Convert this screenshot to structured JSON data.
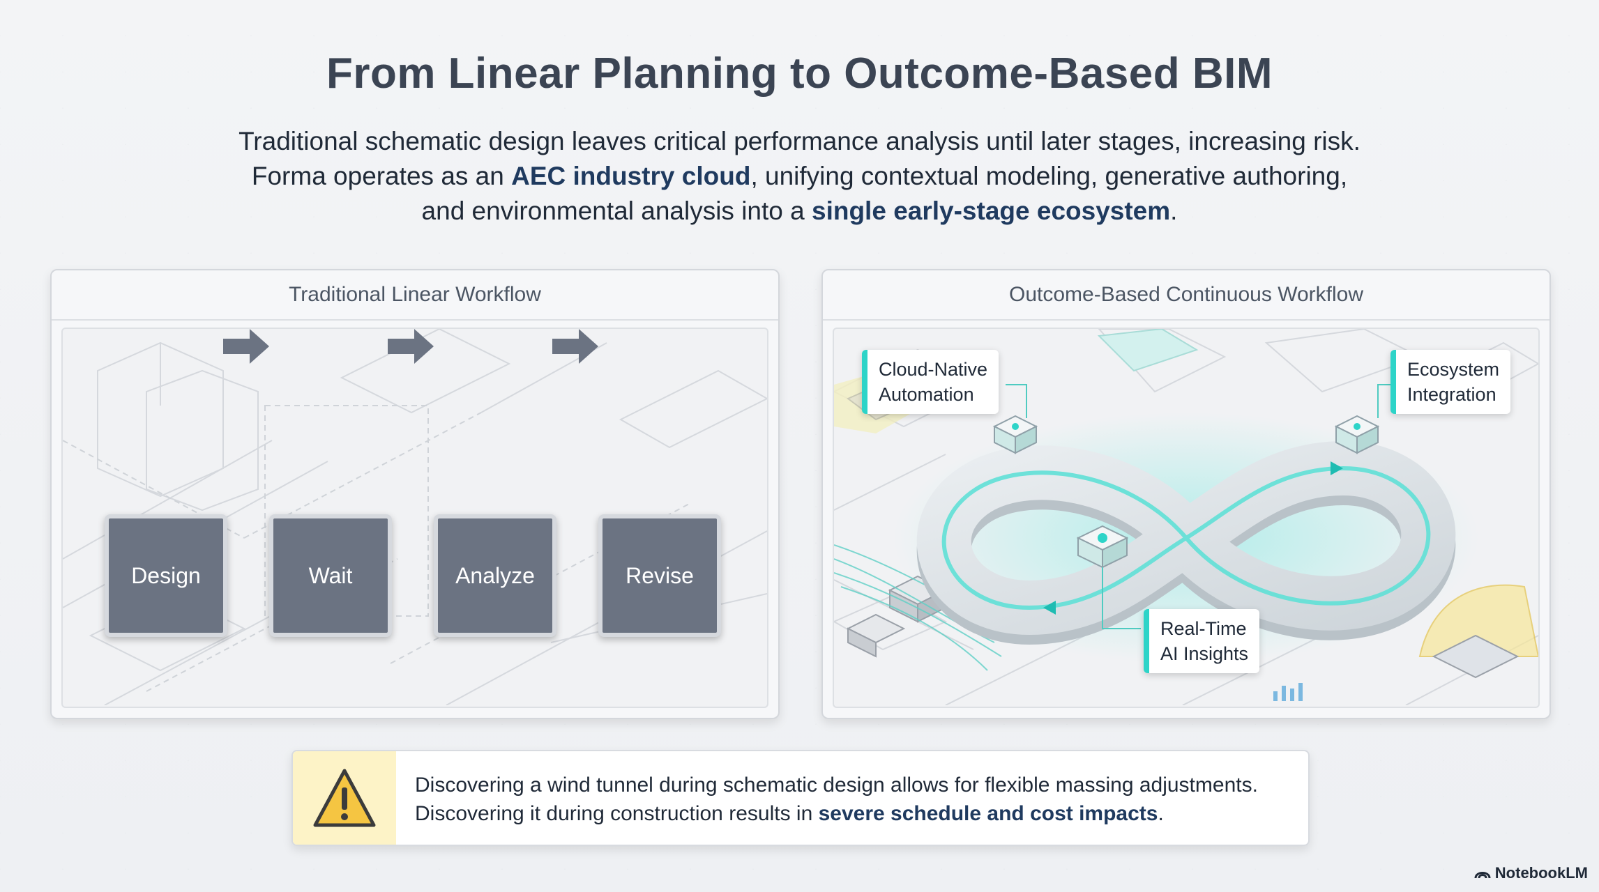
{
  "title": "From Linear Planning to Outcome-Based BIM",
  "subtitle": {
    "line1": "Traditional schematic design leaves critical performance analysis until later stages, increasing risk.",
    "line2_pre": "Forma operates as an ",
    "line2_hl": "AEC industry cloud",
    "line2_post": ", unifying contextual modeling, generative authoring,",
    "line3_pre": "and environmental analysis into a ",
    "line3_hl": "single early-stage ecosystem",
    "line3_post": "."
  },
  "left_panel": {
    "title": "Traditional Linear Workflow",
    "steps": [
      "Design",
      "Wait",
      "Analyze",
      "Revise"
    ]
  },
  "right_panel": {
    "title": "Outcome-Based Continuous Workflow",
    "callouts": {
      "automation": [
        "Cloud-Native",
        "Automation"
      ],
      "integration": [
        "Ecosystem",
        "Integration"
      ],
      "insights": [
        "Real-Time",
        "AI Insights"
      ]
    }
  },
  "warning": {
    "line1": "Discovering a wind tunnel during schematic design allows for flexible massing adjustments.",
    "line2_pre": "Discovering it during construction results in ",
    "line2_hl": "severe schedule and cost impacts",
    "line2_post": "."
  },
  "brand": "NotebookLM",
  "colors": {
    "accent": "#2dd4c8",
    "step_fill": "#6b7382",
    "highlight_text": "#1f3a5f",
    "warning_bg": "#fdf3c7",
    "warning_icon": "#f5c542"
  },
  "icons": [
    "warning-icon",
    "notebooklm-logo-icon"
  ]
}
